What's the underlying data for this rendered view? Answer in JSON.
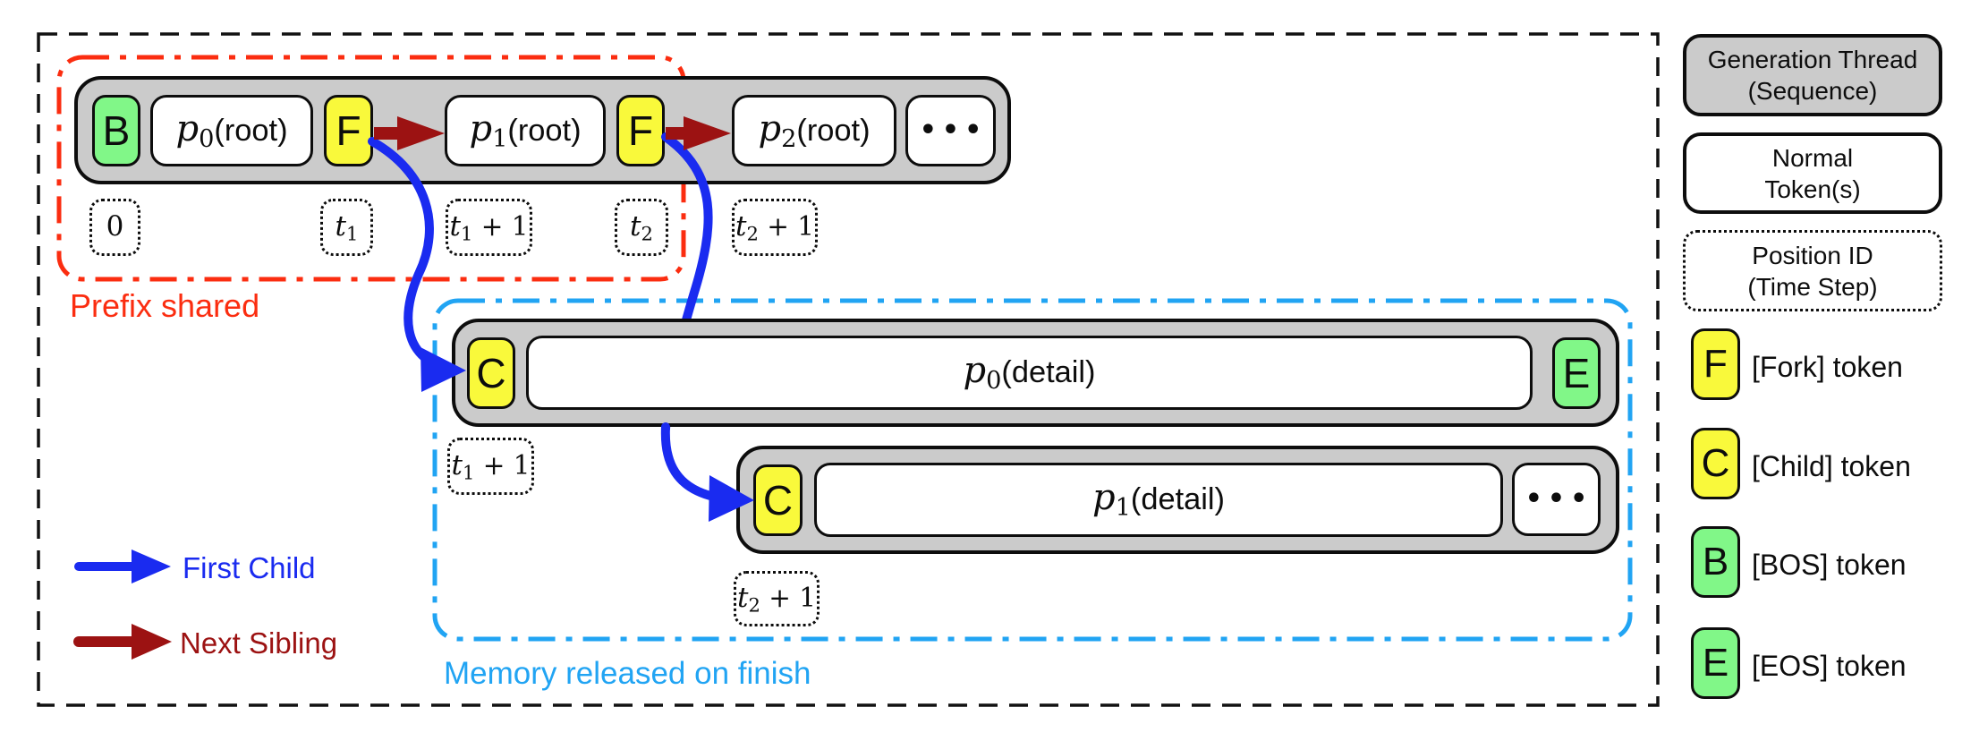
{
  "colors": {
    "gray_fill": "#CBCBCB",
    "token_yellow": "#F9F93B",
    "token_green": "#81F788",
    "outline": "#0D0D0D",
    "first_child_blue": "#1A2BF0",
    "next_sibling_red": "#9C1212",
    "prefix_red": "#FB2D10",
    "memory_blue": "#21A4F3"
  },
  "regions": {
    "prefix_label": "Prefix shared",
    "memory_label": "Memory released on finish"
  },
  "edge_legend": {
    "first_child": "First Child",
    "next_sibling": "Next Sibling"
  },
  "root_thread": {
    "bos": "B",
    "p0": {
      "base": "p",
      "sub": "0",
      "suffix": "(root)"
    },
    "fork1": "F",
    "p1": {
      "base": "p",
      "sub": "1",
      "suffix": "(root)"
    },
    "fork2": "F",
    "p2": {
      "base": "p",
      "sub": "2",
      "suffix": "(root)"
    },
    "ellipsis": "•••"
  },
  "detail_thread_0": {
    "child": "C",
    "p0": {
      "base": "p",
      "sub": "0",
      "suffix": "(detail)"
    },
    "eos": "E"
  },
  "detail_thread_1": {
    "child": "C",
    "p1": {
      "base": "p",
      "sub": "1",
      "suffix": "(detail)"
    },
    "ellipsis": "•••"
  },
  "position_ids": {
    "bos": {
      "base": "0",
      "sub": "",
      "plus": ""
    },
    "fork1": {
      "base": "t",
      "sub": "1",
      "plus": ""
    },
    "p1_root": {
      "base": "t",
      "sub": "1",
      "plus": " + 1"
    },
    "fork2": {
      "base": "t",
      "sub": "2",
      "plus": ""
    },
    "p2_root": {
      "base": "t",
      "sub": "2",
      "plus": " + 1"
    },
    "child0": {
      "base": "t",
      "sub": "1",
      "plus": " + 1"
    },
    "child1": {
      "base": "t",
      "sub": "2",
      "plus": " + 1"
    }
  },
  "legend": {
    "thread_line1": "Generation Thread",
    "thread_line2": "(Sequence)",
    "normal_line1": "Normal",
    "normal_line2": "Token(s)",
    "position_line1": "Position ID",
    "position_line2": "(Time Step)",
    "fork_glyph": "F",
    "fork_label": "[Fork] token",
    "child_glyph": "C",
    "child_label": "[Child] token",
    "bos_glyph": "B",
    "bos_label": "[BOS] token",
    "eos_glyph": "E",
    "eos_label": "[EOS] token"
  }
}
